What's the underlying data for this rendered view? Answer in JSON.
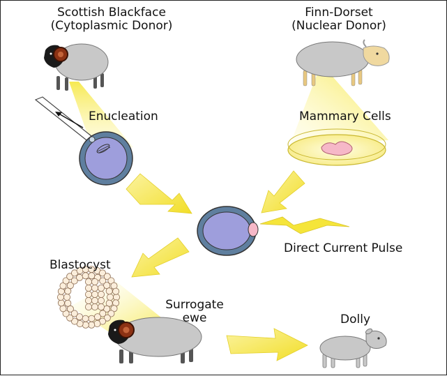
{
  "labels": {
    "scottish_donor_line1": "Scottish Blackface",
    "scottish_donor_line2": "(Cytoplasmic Donor)",
    "finn_donor_line1": "Finn-Dorset",
    "finn_donor_line2": "(Nuclear Donor)",
    "enucleation": "Enucleation",
    "mammary_cells": "Mammary Cells",
    "direct_current_pulse": "Direct Current Pulse",
    "blastocyst": "Blastocyst",
    "surrogate_line1": "Surrogate",
    "surrogate_line2": "ewe",
    "dolly": "Dolly"
  },
  "colors": {
    "beam_yellow": "#f8ec58",
    "arrow_yellow": "#f5e53a",
    "egg_membrane": "#5f7f9f",
    "egg_cytoplasm": "#9e9edc",
    "sheep_wool": "#c8c8c8",
    "black_face": "#1a1a1a",
    "horn_brown": "#8c3214",
    "finn_face": "#f0d9a0",
    "mammary_tissue": "#f6b8c8",
    "dish_yellow": "#fbf3a8",
    "blastocyst_cell": "#fbeedb"
  }
}
